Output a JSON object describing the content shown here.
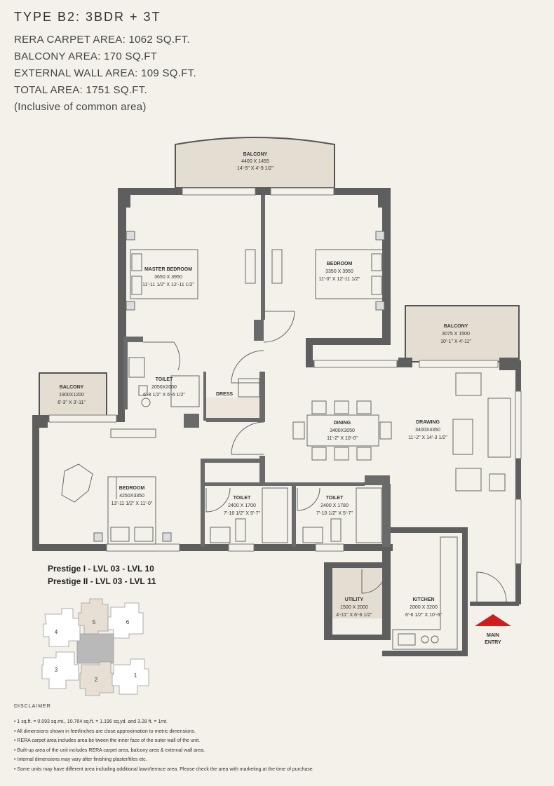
{
  "header": {
    "title": "TYPE  B2: 3BDR + 3T",
    "carpet": "RERA CARPET AREA: 1062 SQ.FT.",
    "balcony": "BALCONY AREA: 170 SQ.FT",
    "external": "EXTERNAL WALL AREA: 109 SQ.FT.",
    "total": "TOTAL AREA: 1751 SQ.FT.",
    "note": "(Inclusive of common area)"
  },
  "rooms": {
    "balcony_top": {
      "name": "BALCONY",
      "metric": "4400 X 1455",
      "imperial": "14'-5\" X 4'-9 1/2\""
    },
    "master_bedroom": {
      "name": "MASTER BEDROOM",
      "metric": "3650 X 3950",
      "imperial": "11'-11 1/2\" X 12'-11 1/2\""
    },
    "bedroom_2": {
      "name": "BEDROOM",
      "metric": "3350 X 3950",
      "imperial": "11'-0\" X 12'-11 1/2\""
    },
    "balcony_right": {
      "name": "BALCONY",
      "metric": "3075 X 1500",
      "imperial": "10'-1\" X 4'-11\""
    },
    "toilet_1": {
      "name": "TOILET",
      "metric": "2050X2000",
      "imperial": "6'-8 1/2\" X 6'-6 1/2\""
    },
    "dress": {
      "name": "DRESS"
    },
    "balcony_left": {
      "name": "BALCONY",
      "metric": "1900X1200",
      "imperial": "6'-3\" X 3'-11\""
    },
    "dining": {
      "name": "DINING",
      "metric": "3400X3050",
      "imperial": "11'-2\" X 10'-0\""
    },
    "drawing": {
      "name": "DRAWING",
      "metric": "3400X4350",
      "imperial": "11'-2\" X 14'-3 1/2\""
    },
    "bedroom_3": {
      "name": "BEDROOM",
      "metric": "4250X3350",
      "imperial": "13'-11 1/2\" X 11'-0\""
    },
    "toilet_2": {
      "name": "TOILET",
      "metric": "2400 X 1700",
      "imperial": "7'-10 1/2\" X 5'-7\""
    },
    "toilet_3": {
      "name": "TOILET",
      "metric": "2400 X 1780",
      "imperial": "7'-10 1/2\" X 5'-7\""
    },
    "utility": {
      "name": "UTILITY",
      "metric": "1500 X 2000",
      "imperial": "4'-11\" X 6'-6 1/2\""
    },
    "kitchen": {
      "name": "KITCHEN",
      "metric": "2000 X 3200",
      "imperial": "6'-6 1/2\" X 10'-6\""
    },
    "entry_line1": "MAIN",
    "entry_line2": "ENTRY"
  },
  "levels": {
    "line1": "Prestige I - LVL 03 - LVL 10",
    "line2": "Prestige II - LVL 03 - LVL 11"
  },
  "keyplan": {
    "towers": [
      "1",
      "2",
      "3",
      "4",
      "5",
      "6"
    ]
  },
  "disclaimer": {
    "title": "DISCLAIMER",
    "items": [
      "1 sq.ft. = 0.093 sq.mt., 10.764 sq.ft. = 1.196 sq.yd. and 3.28 ft. = 1mt.",
      "All dimensions shown in feet/inches are close approximation to metric dimensions.",
      "RERA carpet area includes area be tween the inner face of the outer wall of the unit.",
      "Built-up area of the unit includes RERA carpet area, balcony area & external wall area.",
      "Internal dimensions may vary after finishing plaster/tiles etc.",
      "Some units may have different area including additional lawn/terrace area. Please check the area with marketing at the time of purchase."
    ]
  },
  "colors": {
    "wall": "#5e5e5e",
    "balcony": "#e4ddd2",
    "entry_arrow": "#d01c1c",
    "keyplan_highlight": "#b9b9b9",
    "keyplan_unit": "#e7dfd4"
  }
}
